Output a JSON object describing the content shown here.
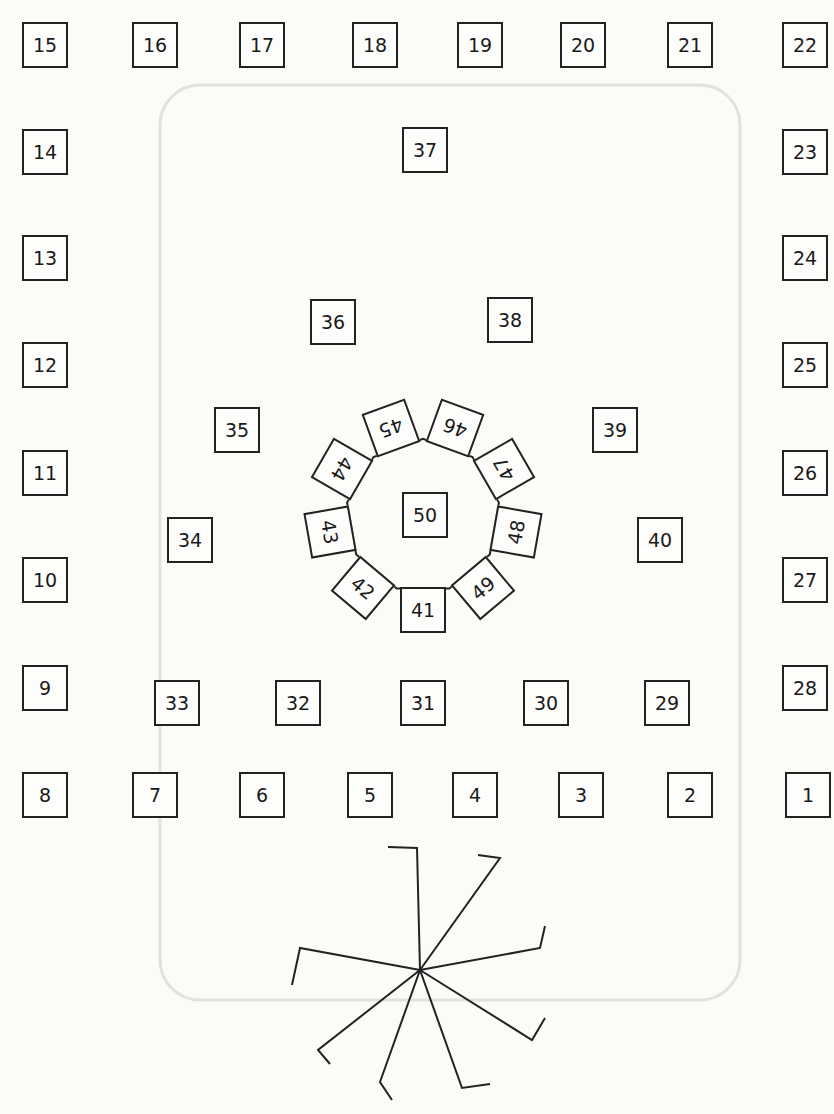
{
  "diagram": {
    "nodes": [
      {
        "text": [
          "1"
        ]
      },
      {
        "text": [
          "2"
        ]
      },
      {
        "text": [
          "3"
        ]
      },
      {
        "text": [
          "4"
        ]
      },
      {
        "text": [
          "5"
        ]
      },
      {
        "text": [
          "6"
        ]
      },
      {
        "text": [
          "7"
        ]
      },
      {
        "text": [
          "8"
        ]
      },
      {
        "text": [
          "9"
        ]
      },
      {
        "text": [
          "10"
        ]
      },
      {
        "text": [
          "11"
        ]
      },
      {
        "text": [
          "12"
        ]
      },
      {
        "text": [
          "13"
        ]
      },
      {
        "text": [
          "14"
        ]
      },
      {
        "text": [
          "15"
        ]
      },
      {
        "text": [
          "16"
        ]
      },
      {
        "text": [
          "17"
        ]
      },
      {
        "text": [
          "18"
        ]
      },
      {
        "text": [
          "19"
        ]
      },
      {
        "text": [
          "20"
        ]
      },
      {
        "text": [
          "21"
        ]
      },
      {
        "text": [
          "22"
        ]
      },
      {
        "text": [
          "23"
        ]
      },
      {
        "text": [
          "24"
        ]
      },
      {
        "text": [
          "25"
        ]
      },
      {
        "text": [
          "26"
        ]
      },
      {
        "text": [
          "27"
        ]
      },
      {
        "text": [
          "28"
        ]
      },
      {
        "text": [
          "29"
        ]
      },
      {
        "text": [
          "30"
        ]
      },
      {
        "text": [
          "31"
        ]
      },
      {
        "text": [
          "32"
        ]
      },
      {
        "text": [
          "33"
        ]
      },
      {
        "text": [
          "34"
        ]
      },
      {
        "text": [
          "35"
        ]
      },
      {
        "text": [
          "36"
        ]
      },
      {
        "text": [
          "37"
        ]
      },
      {
        "text": [
          "38"
        ]
      },
      {
        "text": [
          "39"
        ]
      },
      {
        "text": [
          "40"
        ]
      },
      {
        "text": [
          "41"
        ]
      },
      {
        "text": [
          "42"
        ]
      },
      {
        "text": [
          "43"
        ]
      },
      {
        "text": [
          "44"
        ]
      },
      {
        "text": [
          "45"
        ]
      },
      {
        "text": [
          "46"
        ]
      },
      {
        "text": [
          "47"
        ]
      },
      {
        "text": [
          "48"
        ]
      },
      {
        "text": [
          "49"
        ]
      },
      {
        "text": [
          "50"
        ]
      }
    ]
  }
}
